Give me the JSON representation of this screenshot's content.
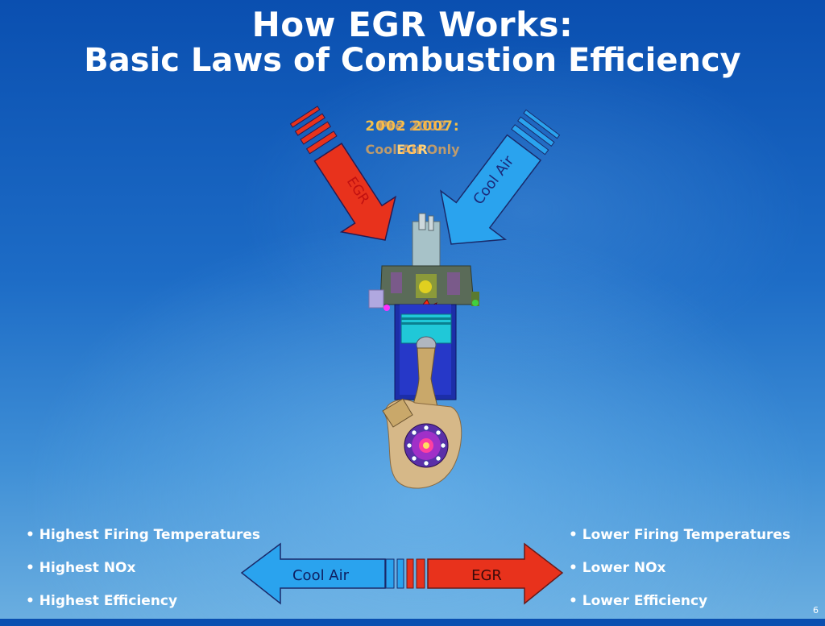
{
  "slide": {
    "title_line1": "How EGR Works:",
    "title_line2": "Basic Laws of Combustion Efficiency",
    "year_line1": "2002 2007:",
    "year_line2": "EGR",
    "year_overlay_line1": "Pre 2002",
    "year_overlay_line2": "Cool Air Only",
    "page_number": "6"
  },
  "diagram": {
    "egr_arrow_label": "EGR",
    "cool_air_arrow_label": "Cool Air"
  },
  "scale": {
    "left_label": "Cool Air",
    "right_label": "EGR"
  },
  "left_bullets": [
    "Highest Firing Temperatures",
    "Highest NOx",
    "Highest Efficiency"
  ],
  "right_bullets": [
    "Lower Firing Temperatures",
    "Lower NOx",
    "Lower Efficiency"
  ],
  "colors": {
    "egr_red": "#e8321c",
    "cool_air_blue": "#2aa3ee",
    "text_gold": "#f4c04a"
  }
}
